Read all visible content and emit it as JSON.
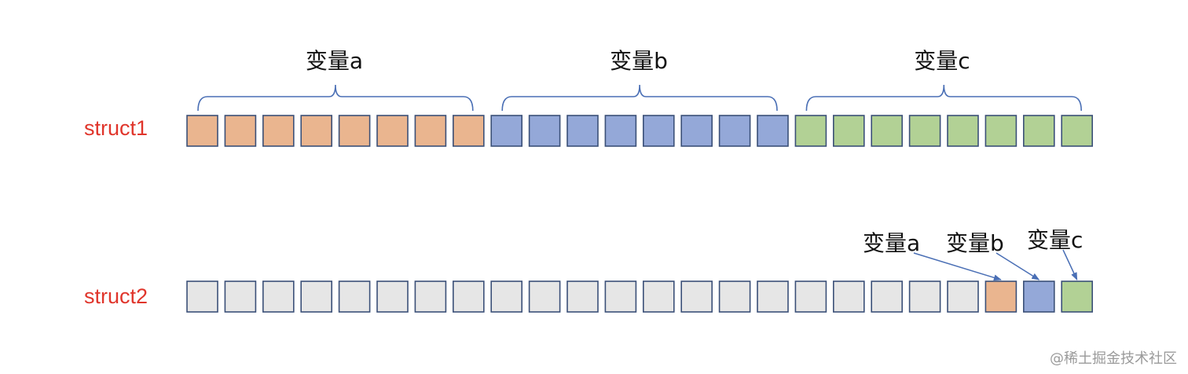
{
  "colors": {
    "a": "#eab58f",
    "b": "#94a8d8",
    "c": "#b2d195",
    "empty": "#e6e6e6",
    "cell_border": "#3b5078",
    "brace": "#4a6fb5",
    "struct_label": "#e0352b"
  },
  "struct1": {
    "label": "struct1",
    "cells": [
      "a",
      "a",
      "a",
      "a",
      "a",
      "a",
      "a",
      "a",
      "b",
      "b",
      "b",
      "b",
      "b",
      "b",
      "b",
      "b",
      "c",
      "c",
      "c",
      "c",
      "c",
      "c",
      "c",
      "c"
    ],
    "groups": [
      {
        "id": "a",
        "label": "变量a",
        "start": 0,
        "end": 7
      },
      {
        "id": "b",
        "label": "变量b",
        "start": 8,
        "end": 15
      },
      {
        "id": "c",
        "label": "变量c",
        "start": 16,
        "end": 23
      }
    ]
  },
  "struct2": {
    "label": "struct2",
    "cells": [
      "empty",
      "empty",
      "empty",
      "empty",
      "empty",
      "empty",
      "empty",
      "empty",
      "empty",
      "empty",
      "empty",
      "empty",
      "empty",
      "empty",
      "empty",
      "empty",
      "empty",
      "empty",
      "empty",
      "empty",
      "empty",
      "a",
      "b",
      "c"
    ],
    "pointers": [
      {
        "id": "a",
        "label": "变量a",
        "target": 21
      },
      {
        "id": "b",
        "label": "变量b",
        "target": 22
      },
      {
        "id": "c",
        "label": "变量c",
        "target": 23
      }
    ]
  },
  "watermark": "@稀土掘金技术社区"
}
